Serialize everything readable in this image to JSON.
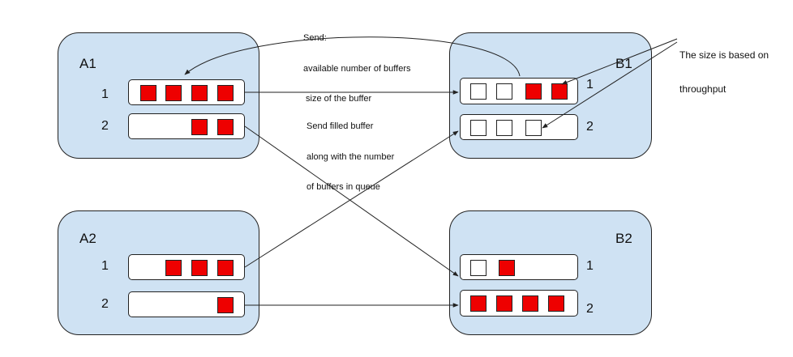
{
  "nodes": {
    "a1": {
      "title": "A1",
      "queues": [
        {
          "label": "1",
          "slots": [
            "filled",
            "filled",
            "filled",
            "filled"
          ]
        },
        {
          "label": "2",
          "slots": [
            "filled",
            "filled"
          ]
        }
      ]
    },
    "a2": {
      "title": "A2",
      "queues": [
        {
          "label": "1",
          "slots": [
            "filled",
            "filled",
            "filled"
          ]
        },
        {
          "label": "2",
          "slots": [
            "filled"
          ]
        }
      ]
    },
    "b1": {
      "title": "B1",
      "queues": [
        {
          "label": "1",
          "slots": [
            "empty",
            "empty",
            "filled",
            "filled"
          ]
        },
        {
          "label": "2",
          "slots": [
            "empty",
            "empty",
            "empty"
          ]
        }
      ]
    },
    "b2": {
      "title": "B2",
      "queues": [
        {
          "label": "1",
          "slots": [
            "empty",
            "filled"
          ]
        },
        {
          "label": "2",
          "slots": [
            "filled",
            "filled",
            "filled",
            "filled"
          ]
        }
      ]
    }
  },
  "annotations": {
    "send": [
      "Send:",
      "available number of buffers",
      " size of the buffer"
    ],
    "send_filled": [
      "Send filled buffer",
      "along with the number",
      "of buffers in queue"
    ],
    "size_note": [
      "The size is based on",
      "throughput"
    ]
  },
  "colors": {
    "node_fill": "#cfe2f3",
    "filled_buffer": "#ee0000",
    "empty_buffer": "#ffffff",
    "stroke": "#222222"
  }
}
